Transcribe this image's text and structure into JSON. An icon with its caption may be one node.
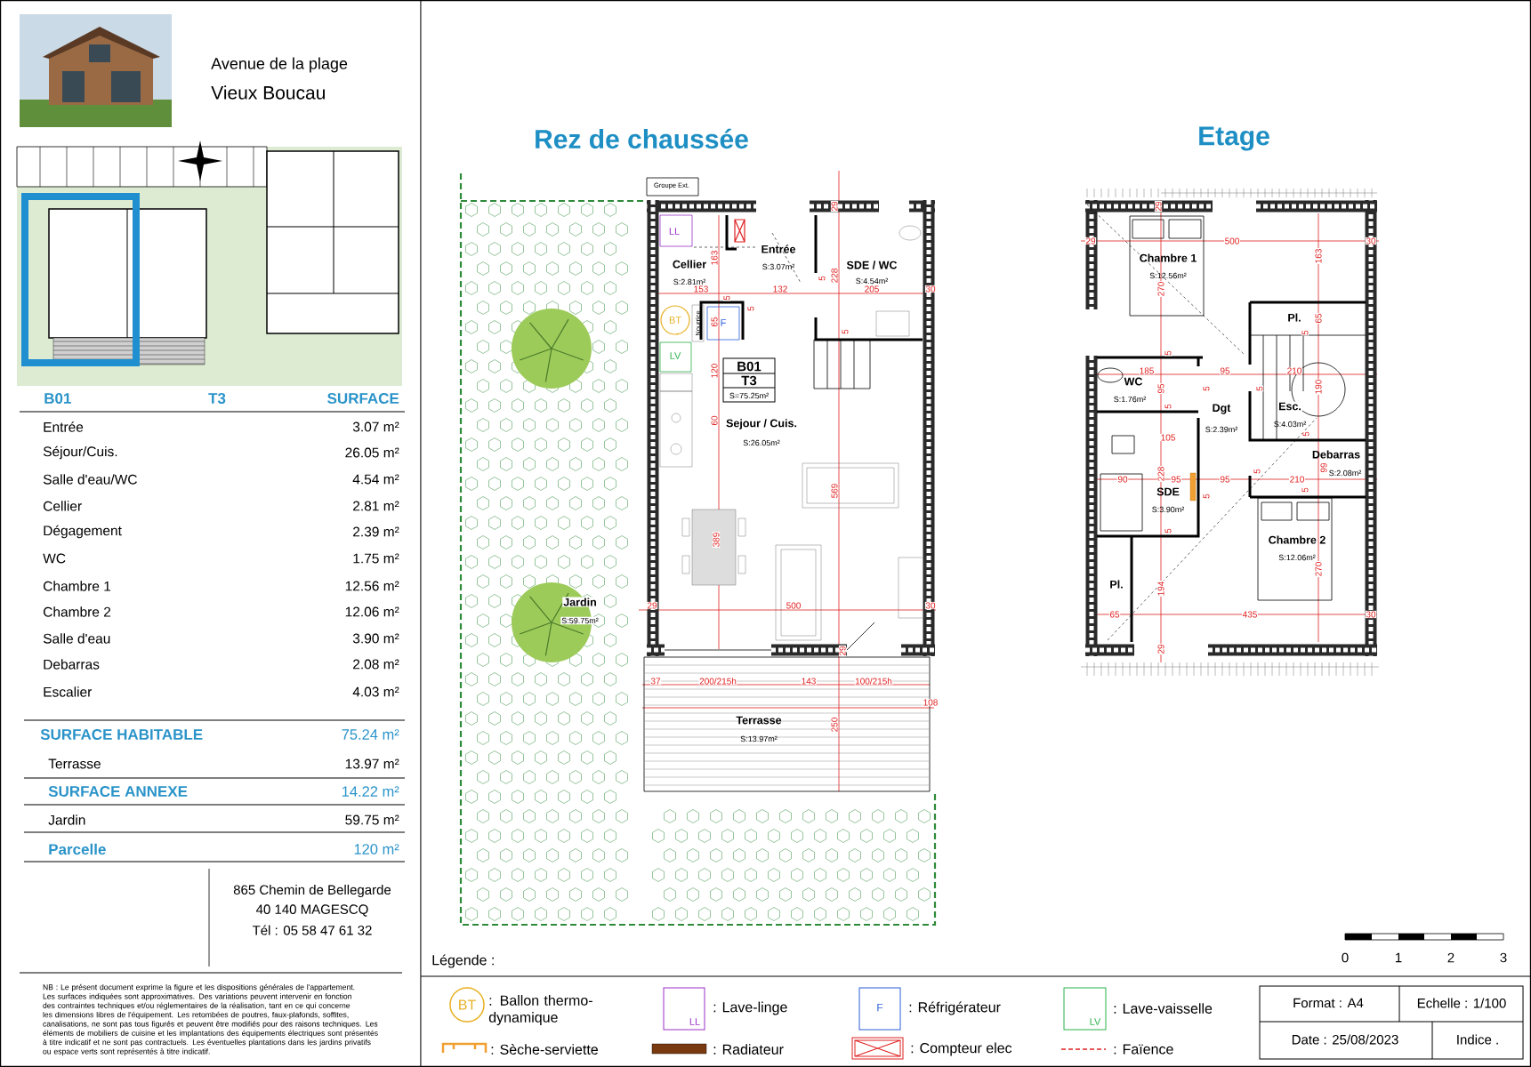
{
  "diagram": {
    "labels": [
      "Avenue de la plage",
      "Vieux Boucau",
      "B01",
      "T3",
      "SURFACE",
      "Entrée",
      "3.07 m²",
      "Séjour/Cuis.",
      "26.05 m²",
      "Salle d'eau/WC",
      "4.54 m²",
      "Cellier",
      "2.81 m²",
      "Dégagement",
      "2.39 m²",
      "WC",
      "1.75 m²",
      "Chambre 1",
      "12.56 m²",
      "Chambre 2",
      "12.06 m²",
      "Salle d'eau",
      "3.90 m²",
      "Debarras",
      "2.08 m²",
      "Escalier",
      "4.03 m²",
      "SURFACE HABITABLE",
      "75.24 m²",
      "Terrasse",
      "13.97 m²",
      "SURFACE ANNEXE",
      "14.22 m²",
      "Jardin",
      "59.75 m²",
      "Parcelle",
      "120 m²",
      "865 Chemin de Bellegarde",
      "40 140 MAGESCQ",
      "Tél : 05 58 47 61 32",
      "NB : Le présent document exprime la figure et les dispositions générales de l'appartement. Les surfaces indiquées sont approximatives. Des variations peuvent intervenir en fonction des contraintes techniques et/ou réglementaires de la réalisation, tant en ce qui concerne les dimensions libres de l'équipement. Les retombées de poutres, faux-plafonds, soffites, canalisations, ne sont pas tous figurés et peuvent être modifiés pour des raisons techniques. Les éléments de mobiliers de cuisine et les implantations des équipements électriques sont présentés à titre indicatif et ne sont pas contractuels. Les éventuelles plantations dans les jardins privatifs ou espace verts sont représentés à titre indicatif.",
      "Rez de chaussée",
      "Etage",
      "Groupe Ext.",
      "LL",
      "Cellier",
      "S:2.81m²",
      "Entrée",
      "S:3.07m²",
      "SDE / WC",
      "S:4.54m²",
      "29",
      "163",
      "153",
      "132",
      "5",
      "5",
      "5",
      "228",
      "205",
      "30",
      "BT",
      "Nourrice",
      "65",
      "F",
      "5",
      "LV",
      "B01",
      "T3",
      "S=75.25m²",
      "120",
      "60",
      "Sejour / Cuis.",
      "S:26.05m²",
      "569",
      "389",
      "Jardin",
      "S:59.75m²",
      "29",
      "500",
      "30",
      "29",
      "37",
      "200/215h",
      "143",
      "100/215h",
      "108",
      "Terrasse",
      "S:13.97m²",
      "250",
      "29",
      "29",
      "500",
      "30",
      "Chambre 1",
      "S:12.56m²",
      "163",
      "270",
      "Pl.",
      "65",
      "5",
      "5",
      "185",
      "95",
      "210",
      "WC",
      "95",
      "5",
      "5",
      "190",
      "S:1.76m²",
      "Esc.",
      "5",
      "Dgt",
      "S:4.03m²",
      "S:2.39m²",
      "5",
      "105",
      "Debarras",
      "99",
      "S:2.08m²",
      "90",
      "228",
      "95",
      "95",
      "5",
      "210",
      "SDE",
      "5",
      "5",
      "S:3.90m²",
      "5",
      "Chambre 2",
      "S:12.06m²",
      "270",
      "Pl.",
      "194",
      "65",
      "435",
      "30",
      "29",
      "0",
      "1",
      "2",
      "3",
      "Légende :",
      "BT",
      "LL",
      "F",
      "LV",
      "Format : A4",
      "Echelle : 1/100",
      "Date : 25/08/2023",
      "Indice ."
    ],
    "legend": [
      {
        "text": ": Ballon thermo-dynamique"
      },
      {
        "text": ": Lave-linge"
      },
      {
        "text": ": Réfrigérateur"
      },
      {
        "text": ": Lave-vaisselle"
      },
      {
        "text": ": Sèche-serviette"
      },
      {
        "text": ": Radiateur"
      },
      {
        "text": ": Compteur elec"
      },
      {
        "text": ": Faïence"
      }
    ]
  }
}
